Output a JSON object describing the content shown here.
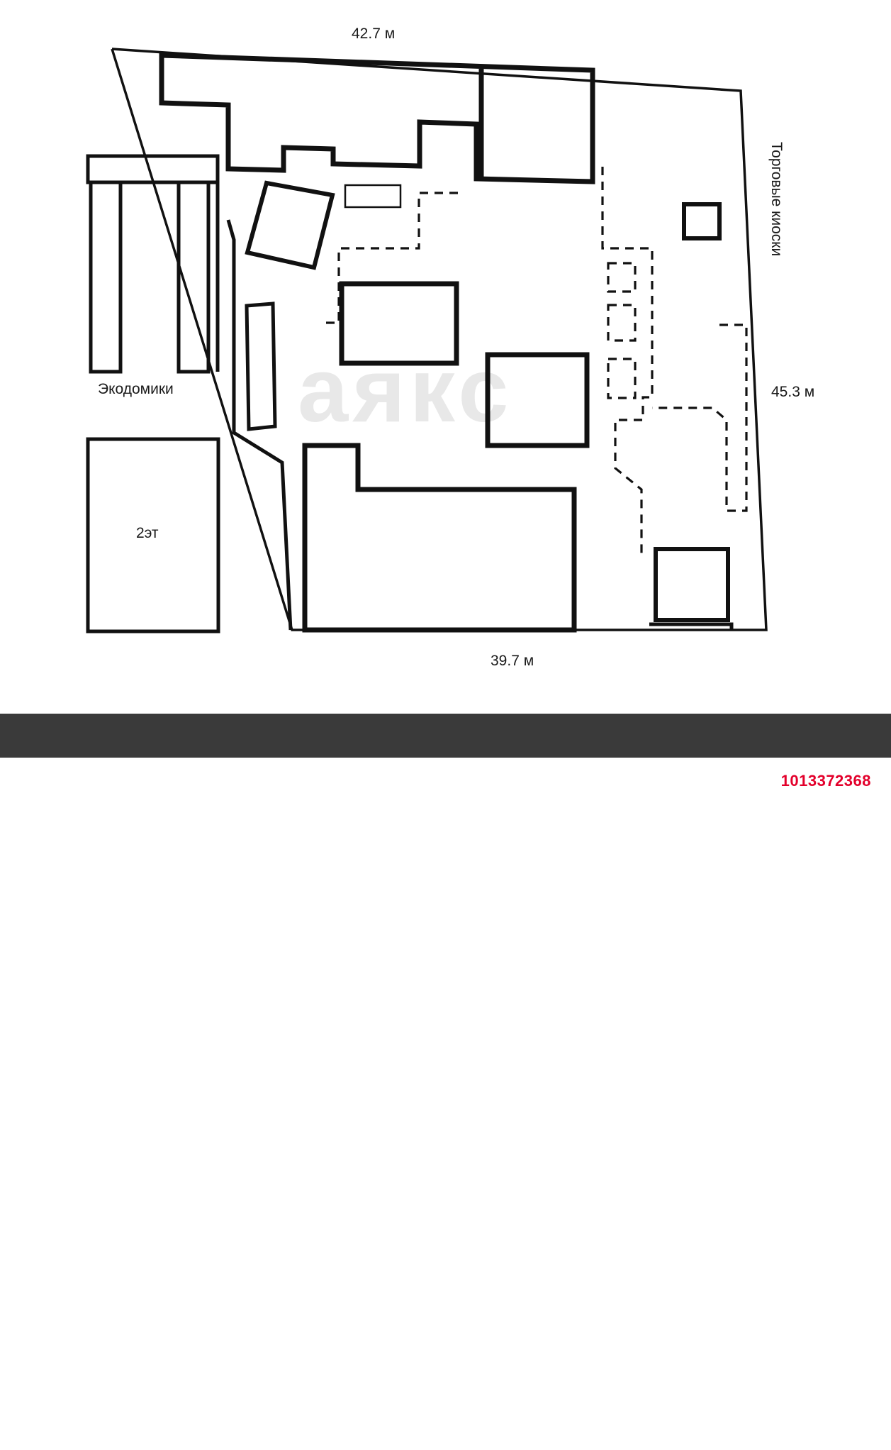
{
  "plan": {
    "dimensions": {
      "top": "42.7 м",
      "bottom": "39.7 м",
      "right": "45.3 м"
    },
    "labels": {
      "ecohouses": "Экодомики",
      "two_floors": "2эт",
      "kiosks": "Торговые киоски"
    },
    "watermark": "аякс",
    "listing_id": "1013372368",
    "colors": {
      "outline": "#111111",
      "watermark": "#e8e8e8",
      "road": "#3a3a3a",
      "listing_id": "#e3002b"
    }
  }
}
